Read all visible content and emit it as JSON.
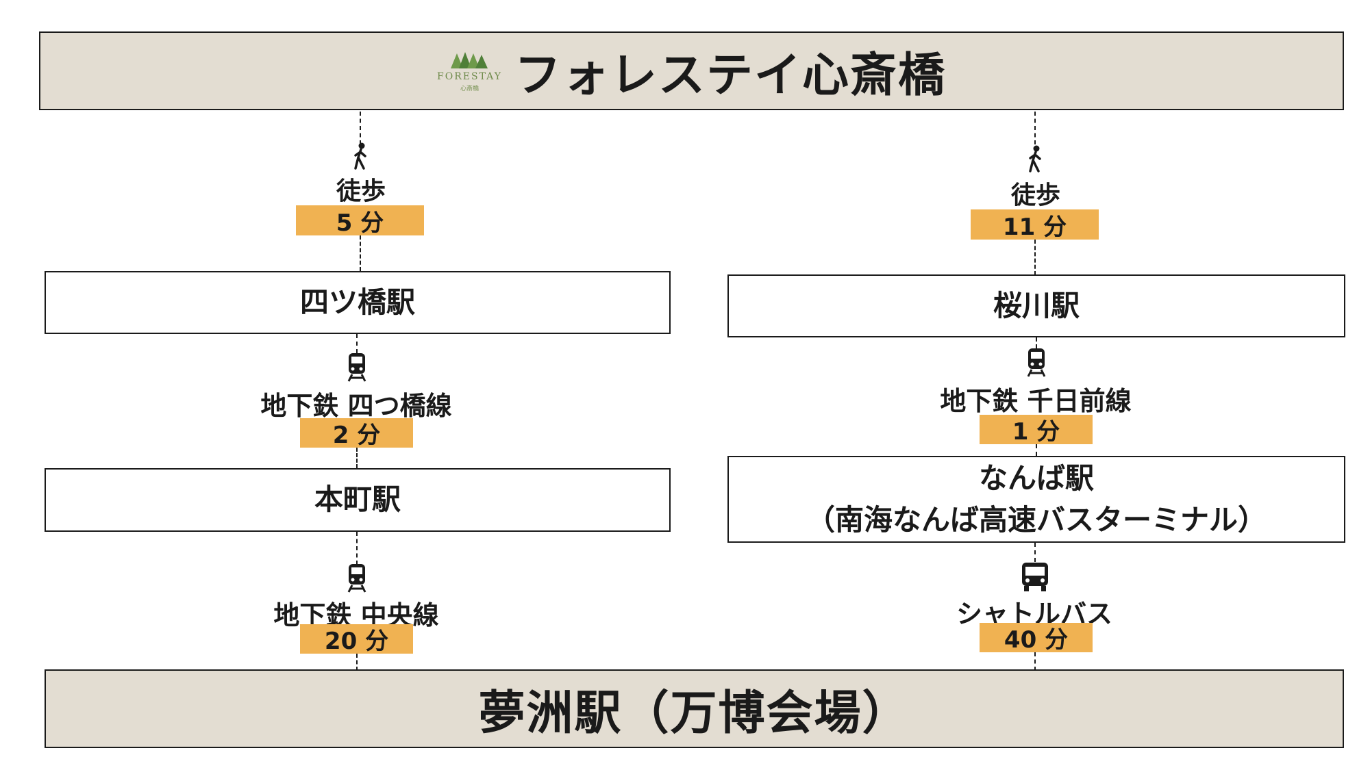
{
  "header": {
    "logo_text": "FORESTAY",
    "logo_sub": "心斎橋",
    "title": "フォレステイ心斎橋"
  },
  "left_route": {
    "walk_label": "徒歩",
    "walk_time": "5 分",
    "station1": "四ツ橋駅",
    "line1_label": "地下鉄 四つ橋線",
    "line1_time": "2 分",
    "station2": "本町駅",
    "line2_label": "地下鉄  中央線",
    "line2_time": "20 分"
  },
  "right_route": {
    "walk_label": "徒歩",
    "walk_time": "11 分",
    "station1": "桜川駅",
    "line1_label": "地下鉄 千日前線",
    "line1_time": "1 分",
    "station2_line1": "なんば駅",
    "station2_line2": "（南海なんば高速バスターミナル）",
    "line2_label": "シャトルバス",
    "line2_time": "40 分"
  },
  "destination": {
    "title": "夢洲駅（万博会場）"
  },
  "icons": {
    "walk": "walking-person-icon",
    "train": "train-icon",
    "bus": "bus-icon",
    "logo": "forestay-tree-logo"
  },
  "colors": {
    "beige": "#e3ddd2",
    "badge": "#f0b252",
    "logo_green": "#6e8a4a"
  }
}
